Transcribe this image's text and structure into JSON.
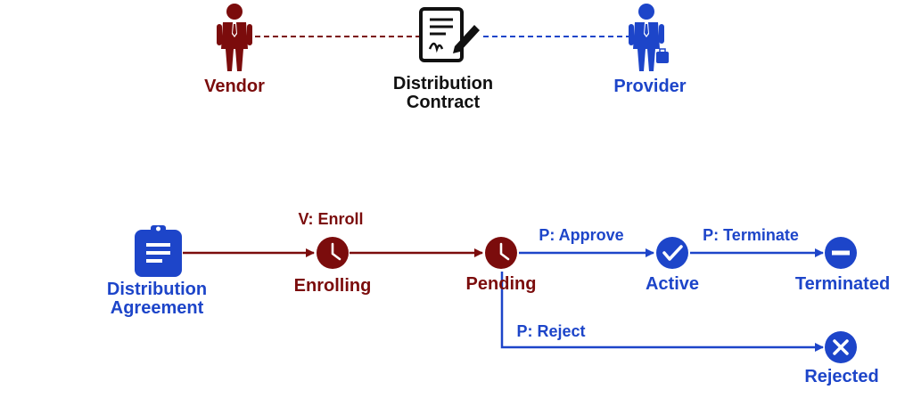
{
  "colors": {
    "vendor": "#7b0c0c",
    "provider": "#1d45c9",
    "neutral": "#111111"
  },
  "parties": {
    "vendor": {
      "label": "Vendor",
      "icon": "businessman-icon"
    },
    "contract": {
      "line1": "Distribution",
      "line2": "Contract",
      "icon": "signed-contract-icon"
    },
    "provider": {
      "label": "Provider",
      "icon": "businessman-with-briefcase-icon"
    }
  },
  "states": {
    "agreement": {
      "line1": "Distribution",
      "line2": "Agreement",
      "icon": "clipboard-document-icon"
    },
    "enrolling": {
      "label": "Enrolling",
      "icon": "clock-icon"
    },
    "pending": {
      "label": "Pending",
      "icon": "clock-icon"
    },
    "active": {
      "label": "Active",
      "icon": "check-circle-icon"
    },
    "terminated": {
      "label": "Terminated",
      "icon": "minus-circle-icon"
    },
    "rejected": {
      "label": "Rejected",
      "icon": "x-circle-icon"
    }
  },
  "transitions": {
    "enroll": "V: Enroll",
    "approve": "P: Approve",
    "terminate": "P: Terminate",
    "reject": "P: Reject"
  }
}
